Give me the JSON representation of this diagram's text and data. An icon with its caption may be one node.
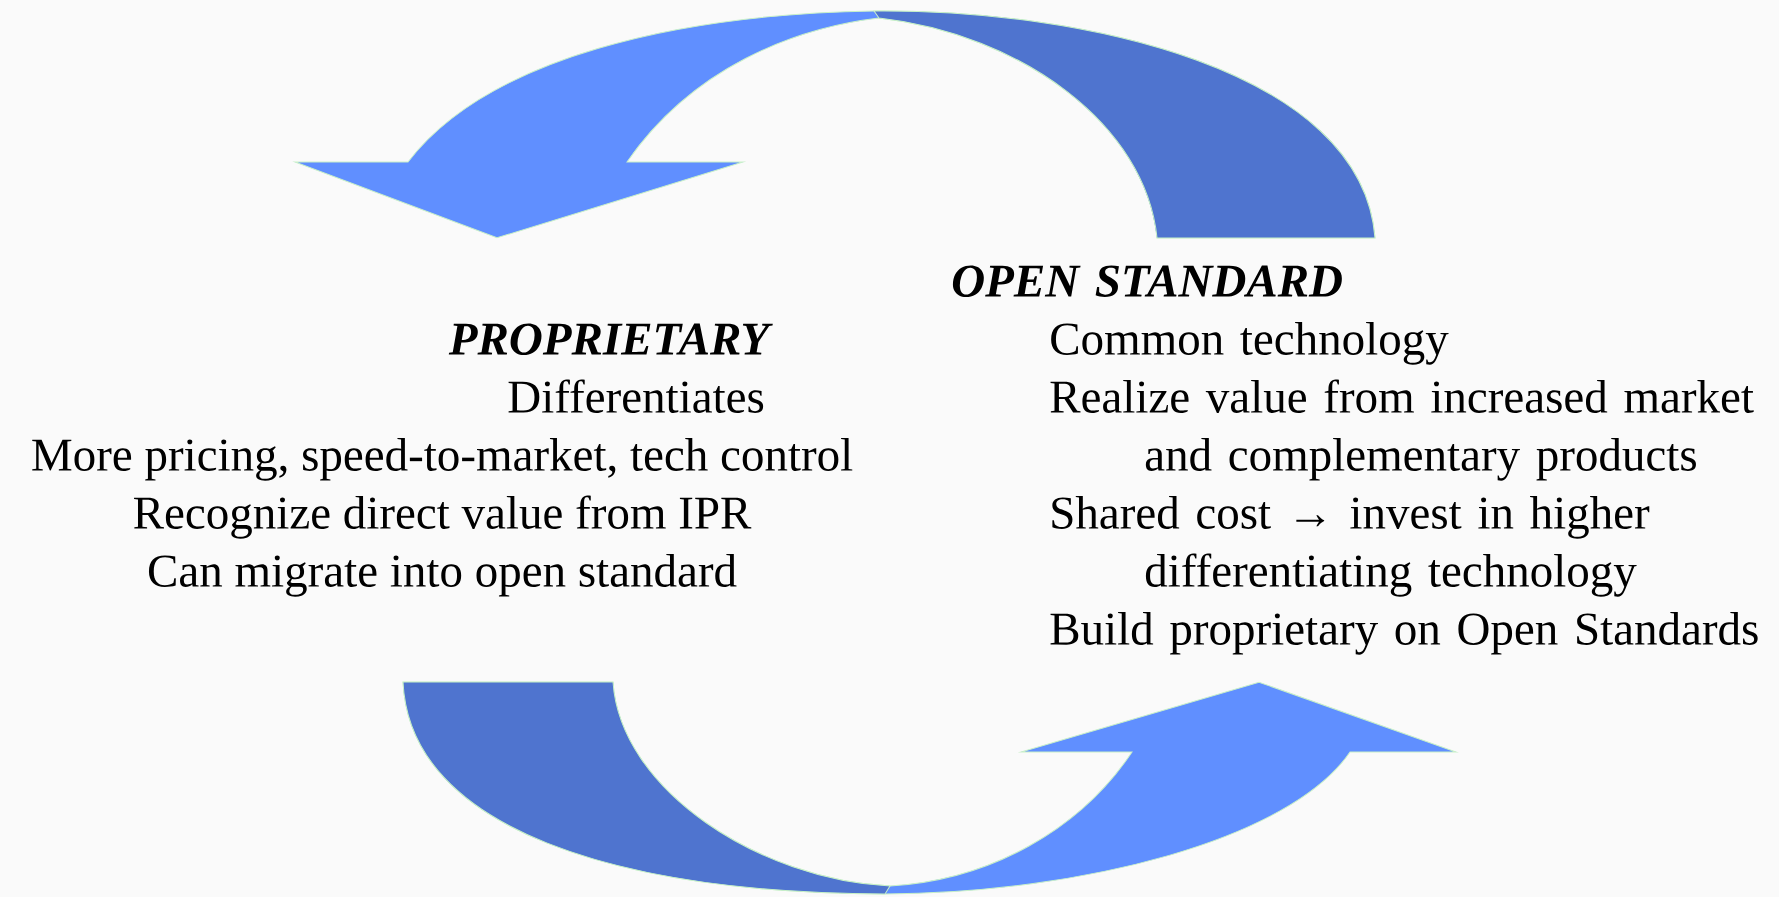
{
  "diagram": {
    "nodes": [
      {
        "text": [
          "PROPRIETARY",
          "Differentiates",
          "More pricing, speed-to-market, tech control",
          "Recognize direct value from IPR",
          "Can migrate into open standard"
        ]
      },
      {
        "text": [
          "OPEN STANDARD",
          "Common technology",
          "Realize value from increased market and complementary products",
          "Shared cost → invest in higher differentiating technology",
          "Build proprietary on Open Standards"
        ]
      }
    ],
    "edges": [
      {
        "from": 1,
        "to": 0,
        "arrow": "to"
      },
      {
        "from": 0,
        "to": 1,
        "arrow": "to"
      }
    ]
  }
}
